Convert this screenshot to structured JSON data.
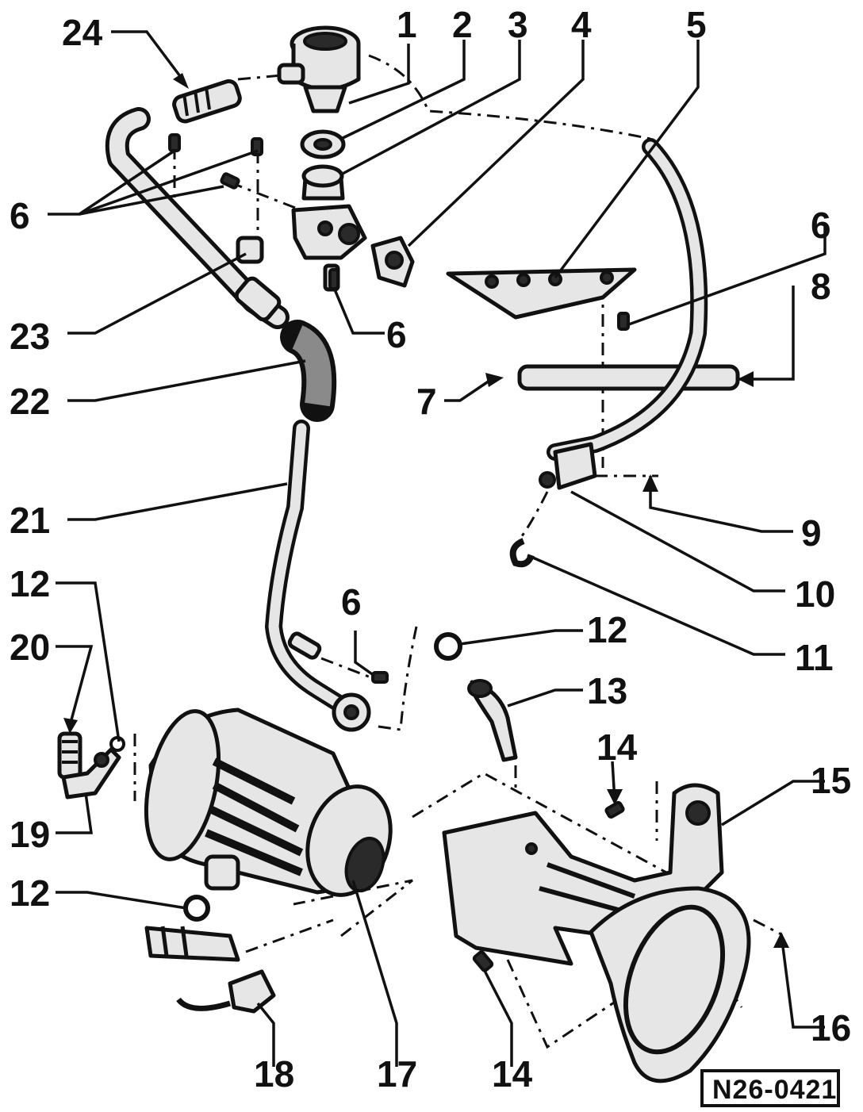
{
  "diagram": {
    "callouts": [
      "1",
      "2",
      "3",
      "4",
      "5",
      "6",
      "6",
      "6",
      "6",
      "7",
      "8",
      "9",
      "10",
      "11",
      "12",
      "12",
      "12",
      "13",
      "14",
      "14",
      "15",
      "16",
      "17",
      "18",
      "19",
      "20",
      "21",
      "22",
      "23",
      "24"
    ],
    "code": "N26-0421"
  }
}
